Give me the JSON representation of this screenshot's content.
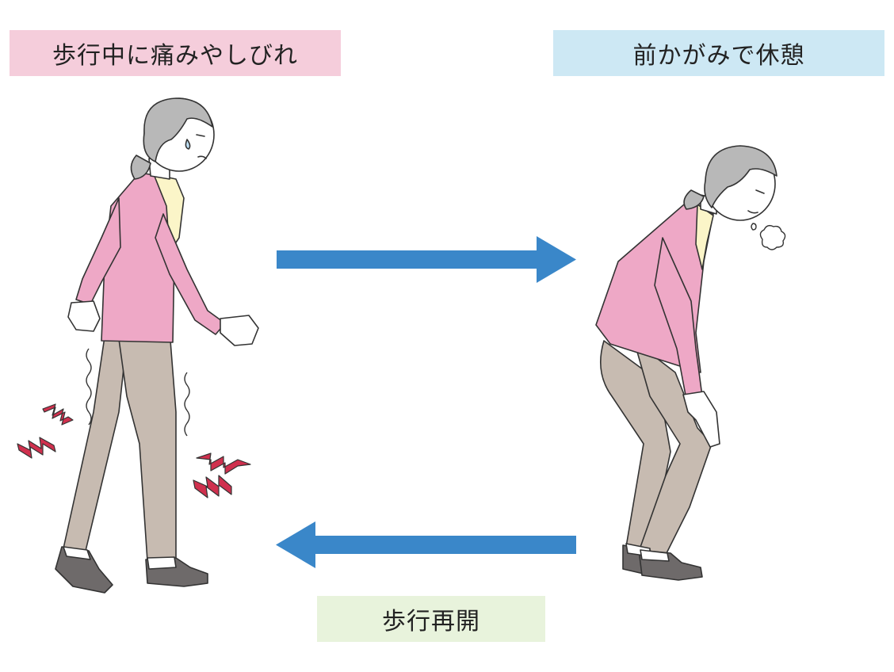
{
  "labels": {
    "walking_pain": "歩行中に痛みやしびれ",
    "rest": "前かがみで休憩",
    "resume": "歩行再開"
  },
  "colors": {
    "walking_pain_bg": "#f5cddb",
    "rest_bg": "#cde8f4",
    "resume_bg": "#e8f3dc",
    "arrow": "#3a87c9",
    "cardigan": "#eea8c6",
    "pants": "#c7bbb1",
    "hair": "#b8b8b8",
    "shoe": "#6e6a6a",
    "pain_mark": "#d0304e"
  },
  "icons": [
    "elderly-woman-walking-figure",
    "elderly-woman-bending-figure",
    "pain-lightning-icon",
    "breath-puff-icon",
    "right-arrow-icon",
    "left-arrow-icon"
  ]
}
